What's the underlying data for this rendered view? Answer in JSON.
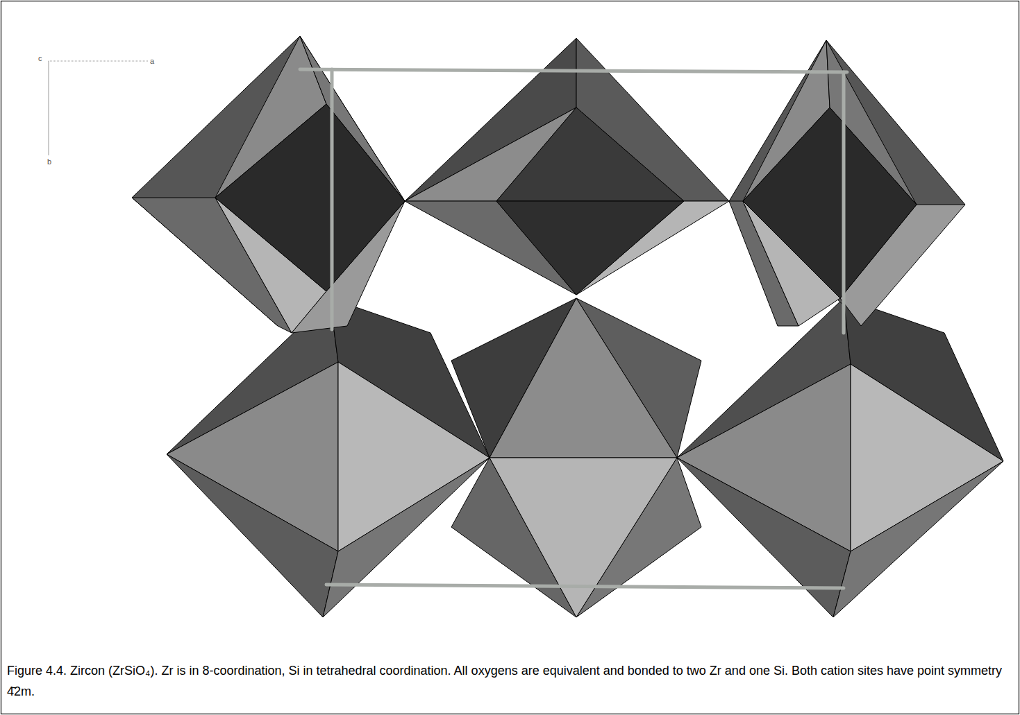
{
  "diagram": {
    "caption": "Figure 4.4. Zircon (ZrSiO₄). Zr is in 8-coordination, Si in tetrahedral coordination. All oxygens are equivalent and bonded to two Zr and one Si. Both cation sites have point symmetry 4̄2m.",
    "labels": [
      "c",
      "a",
      "b"
    ]
  }
}
